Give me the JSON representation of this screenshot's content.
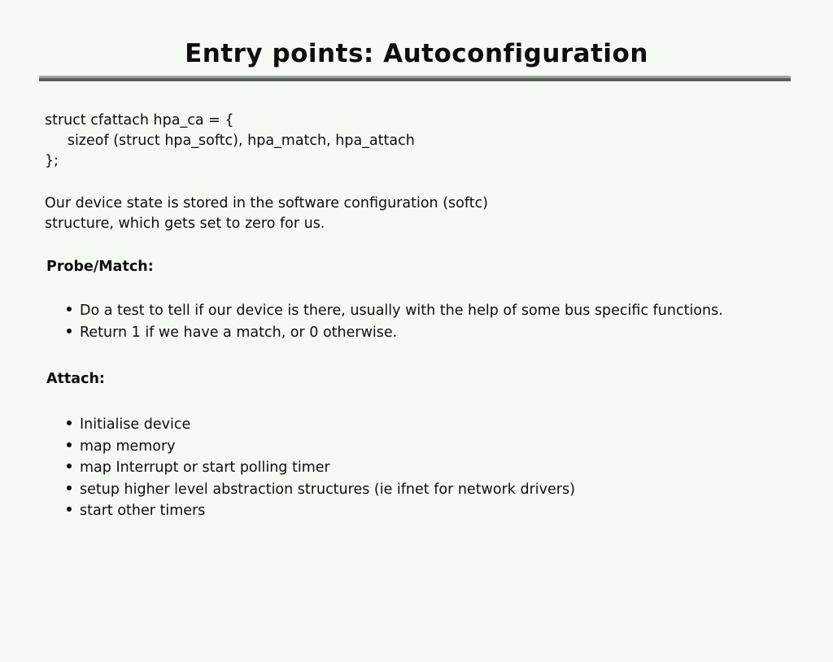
{
  "slide": {
    "title": "Entry points: Autoconfiguration",
    "code_block": {
      "lines": [
        "struct cfattach hpa_ca = {",
        "     sizeof (struct hpa_softc), hpa_match, hpa_attach",
        "};"
      ]
    },
    "intro": {
      "lines": [
        "Our device state is stored in the software configuration (softc)",
        "structure, which gets set to zero for us."
      ]
    },
    "sections": [
      {
        "heading": "Probe/Match:",
        "bullets": [
          "Do a test to tell if our device is there, usually with the help of some bus specific functions.",
          "Return 1 if we have a match, or 0 otherwise."
        ]
      },
      {
        "heading": "Attach:",
        "bullets": [
          "Initialise device",
          "map memory",
          "map Interrupt or start polling timer",
          "setup higher level abstraction structures (ie ifnet for network drivers)",
          "start other timers"
        ]
      }
    ],
    "colors": {
      "background": "#f5faf5",
      "text": "#0e0e0e",
      "rule_top": "#a2aaa2",
      "rule_bottom": "#59615a"
    }
  }
}
